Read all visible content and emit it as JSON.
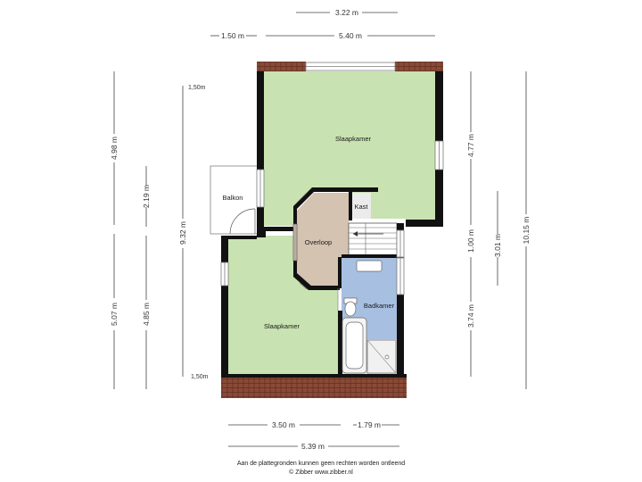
{
  "dimensions": {
    "top_overall": "3.22 m",
    "top_left": "1.50 m",
    "top_right": "5.40 m",
    "left_upper": "4.98 m",
    "left_lower": "5.07 m",
    "left_mid_upper": "2.19 m",
    "left_mid_lower": "4.85 m",
    "center_total": "9.32 m",
    "right_upper": "4.77 m",
    "right_mid": "1.00 m",
    "right_lower": "3.74 m",
    "right_inner": "3.01 m",
    "right_total": "10.15 m",
    "bottom_left": "3.50 m",
    "bottom_right": "1.79 m",
    "bottom_total": "5.39 m",
    "height_top": "1,50m",
    "height_bottom": "1,50m"
  },
  "rooms": {
    "bedroom_top": "Slaapkamer",
    "bedroom_bottom": "Slaapkamer",
    "balcony": "Balkon",
    "closet": "Kast",
    "landing": "Overloop",
    "bathroom": "Badkamer"
  },
  "colors": {
    "bedroom": "#c9e2b1",
    "landing": "#d4c3b1",
    "bathroom": "#a7bfe0",
    "closet": "#ebebeb",
    "wall": "#111111",
    "roof": "#8a4a36"
  },
  "footer": {
    "disclaimer": "Aan de plattegronden kunnen geen rechten worden ontleend",
    "credit": "© Zibber www.zibber.nl"
  }
}
